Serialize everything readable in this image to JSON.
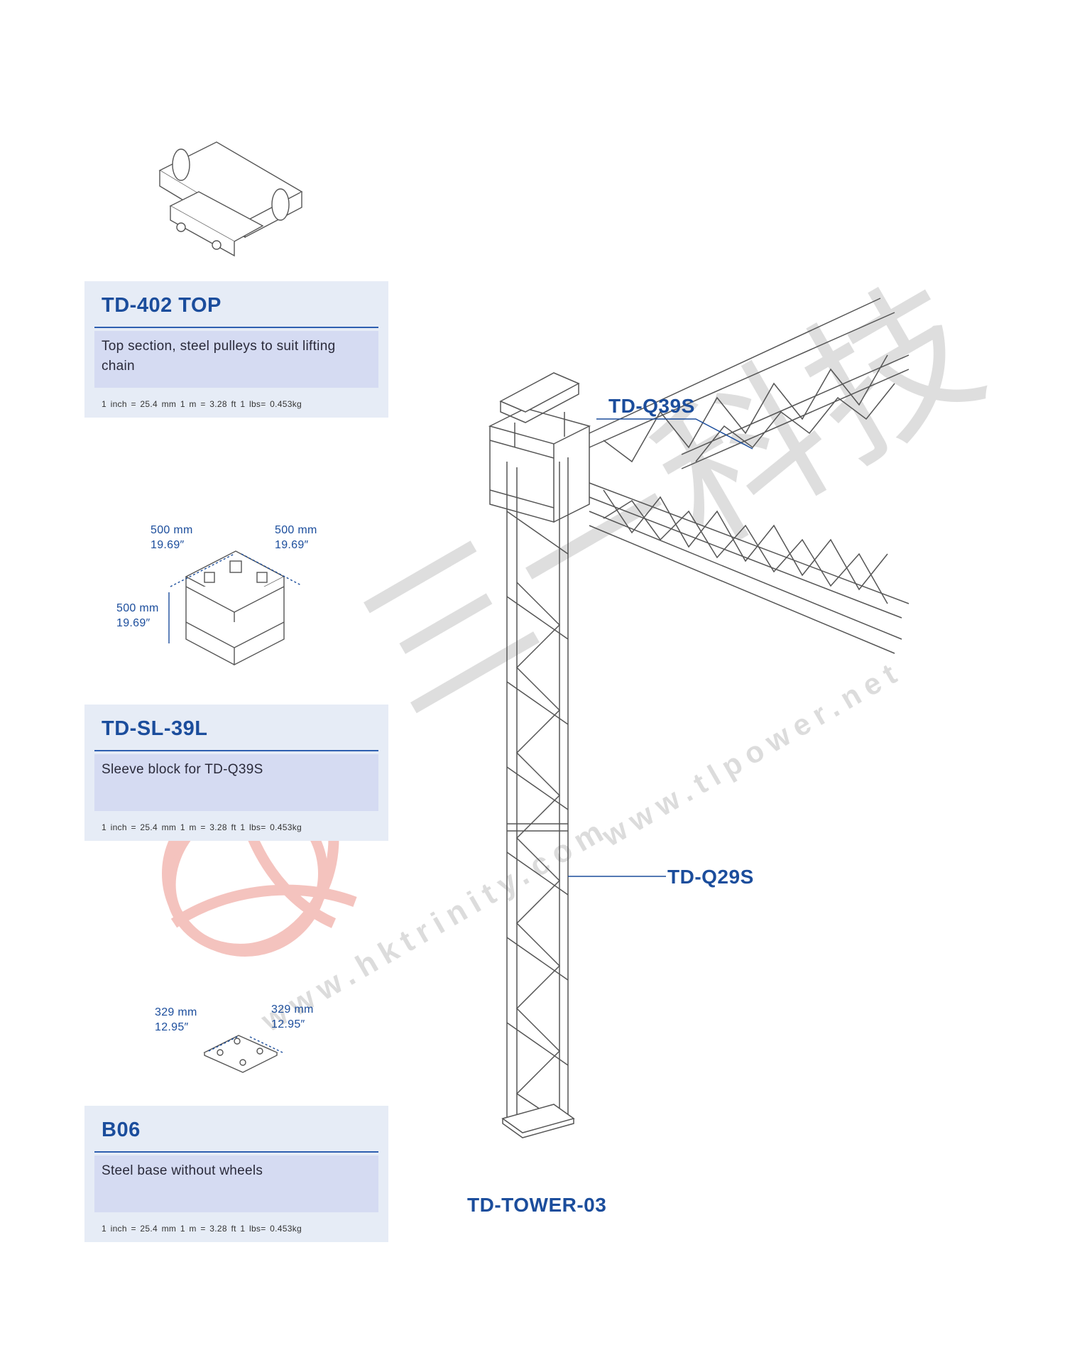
{
  "products": [
    {
      "title": "TD-402 TOP",
      "description": "Top section, steel pulleys to suit lifting chain",
      "conversion": "1 inch = 25.4 mm    1 m = 3.28 ft    1 lbs= 0.453kg"
    },
    {
      "title": "TD-SL-39L",
      "description": "Sleeve block for TD-Q39S",
      "conversion": "1 inch = 25.4 mm    1 m = 3.28 ft    1 lbs= 0.453kg",
      "dimensions": {
        "width_a": [
          "500 mm",
          "19.69″"
        ],
        "width_b": [
          "500 mm",
          "19.69″"
        ],
        "height": [
          "500 mm",
          "19.69″"
        ]
      }
    },
    {
      "title": "B06",
      "description": "Steel base without wheels",
      "conversion": "1 inch = 25.4 mm    1 m = 3.28 ft    1 lbs= 0.453kg",
      "dimensions": {
        "width_a": [
          "329 mm",
          "12.95″"
        ],
        "width_b": [
          "329 mm",
          "12.95″"
        ]
      }
    }
  ],
  "assembly": {
    "title": "TD-TOWER-03",
    "callouts": {
      "horizontal_truss": "TD-Q39S",
      "vertical_truss": "TD-Q29S"
    }
  },
  "watermark": {
    "chinese": "三一科技",
    "url1": "www.hktrinity.com",
    "url2": "www.tlpower.net",
    "registered": "®"
  },
  "colors": {
    "title_blue": "#1b4d9c",
    "card_bg": "#e6ecf6",
    "desc_bg": "#d5dbf2",
    "line_art": "#555555"
  }
}
